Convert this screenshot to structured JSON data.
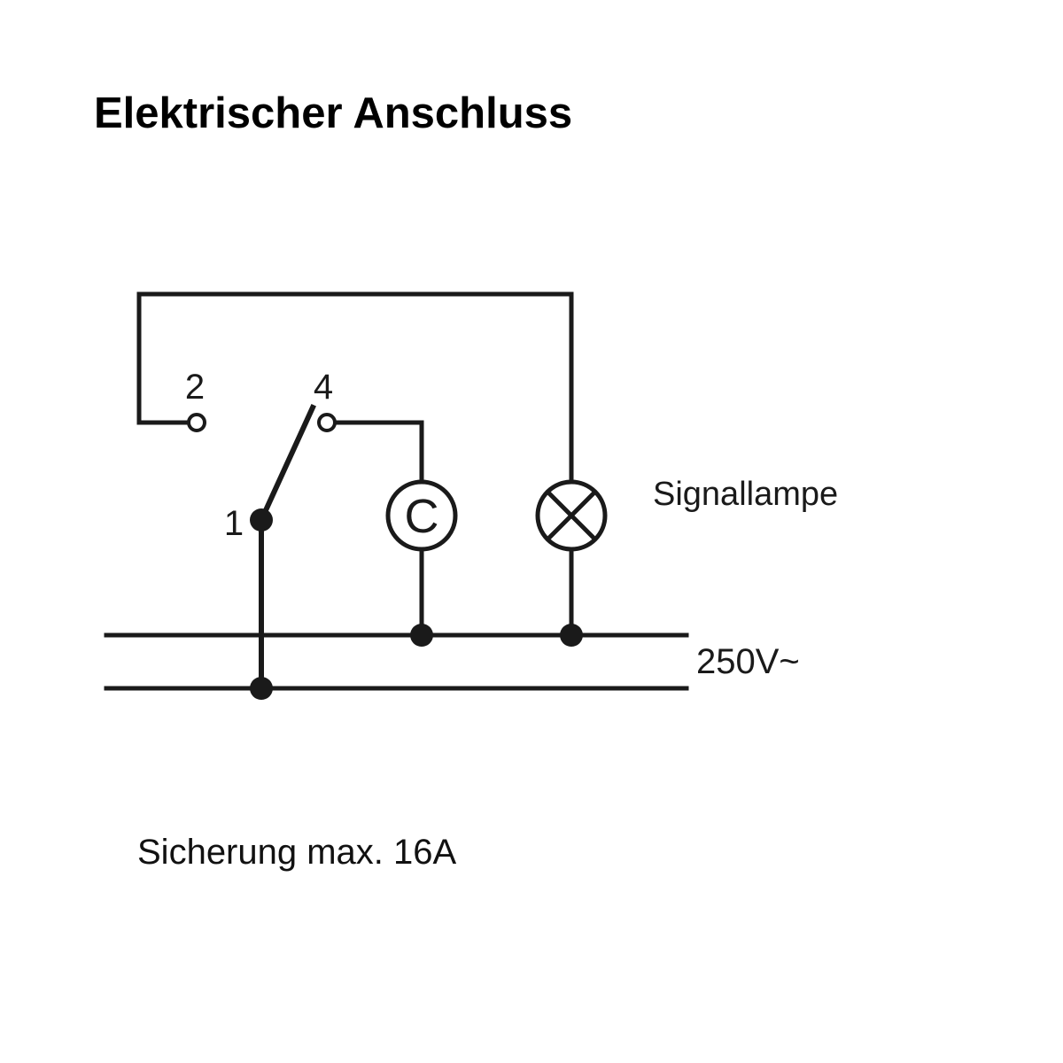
{
  "title": "Elektrischer Anschluss",
  "terminals": {
    "t1": "1",
    "t2": "2",
    "t4": "4"
  },
  "components": {
    "controller_symbol": "C",
    "lamp_label": "Signallampe"
  },
  "supply_label": "250V~",
  "fuse_note": "Sicherung max. 16A"
}
